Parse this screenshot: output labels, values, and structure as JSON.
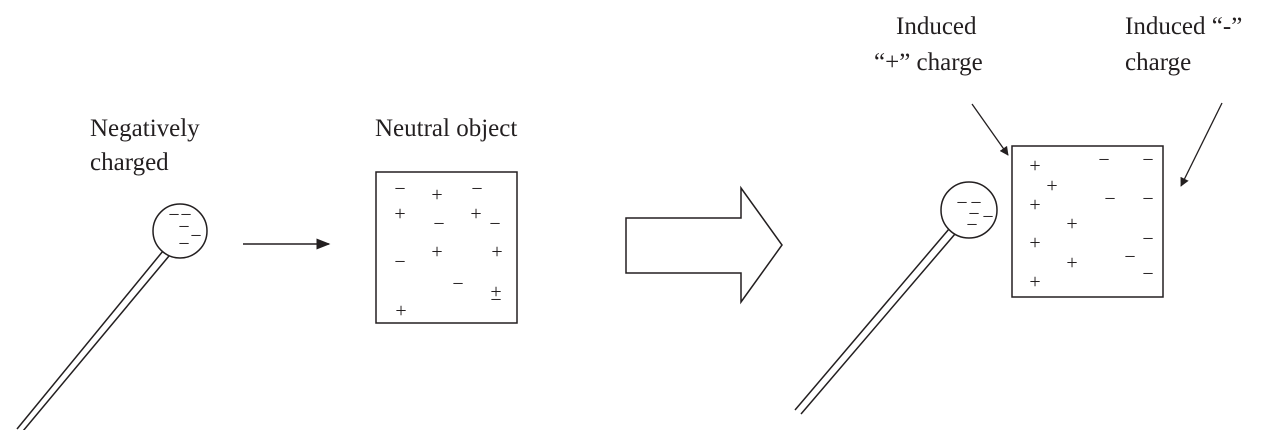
{
  "labels": {
    "negatively_charged_line1": "Negatively",
    "negatively_charged_line2": "charged",
    "neutral_object": "Neutral object",
    "induced_plus_line1": "Induced",
    "induced_plus_line2": "“+” charge",
    "induced_minus_line1": "Induced “-”",
    "induced_minus_line2": "charge"
  },
  "charge_symbols": {
    "positive": "+",
    "negative": "−"
  },
  "colors": {
    "ink": "#231f20",
    "background": "#ffffff"
  }
}
